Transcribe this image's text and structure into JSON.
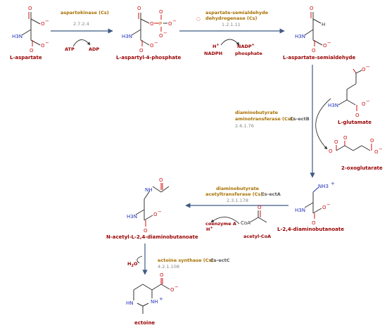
{
  "colors": {
    "compound": "#990000",
    "enzyme": "#a87000",
    "ec": "#888888",
    "arrow": "#3f5a84",
    "oxygen": "#cc1111",
    "nitrogen": "#2233bb",
    "phosphorus": "#cc6600"
  },
  "compounds": {
    "l_aspartate": "L-aspartate",
    "aspartyl_phosphate": "L-aspartyl-4-phosphate",
    "aspartate_semialdehyde": "L-aspartate-semialdehyde",
    "glutamate": "L-glutamate",
    "oxoglutarate": "2-oxoglutarate",
    "diaminobutanoate": "L-2,4-diaminobutanoate",
    "acetyl_diaminobutanoate": "N-acetyl-L-2,4-diaminobutanoate",
    "ectoine": "ectoine"
  },
  "reactions": {
    "r1": {
      "enzyme": "aspartokinase (Cs)",
      "ec": "2.7.2.4"
    },
    "r2": {
      "enzyme_line1": "aspartate-semialdehyde",
      "enzyme_line2": "dehydrogenase (Cs)",
      "ec": "1.2.1.11"
    },
    "r3": {
      "enzyme_line1": "diaminobutyrate",
      "enzyme_line2": "aminotransferase (Cs):",
      "gene": "Cs-ectB",
      "ec": "2.6.1.76"
    },
    "r4": {
      "enzyme_line1": "diaminobutyrate",
      "enzyme_line2": "acetyltransferase (Cs):",
      "gene": "Cs-ectA",
      "ec": "2.3.1.178"
    },
    "r5": {
      "enzyme": "ectoine synthase (Cs):",
      "gene": "Cs-ectC",
      "ec": "4.2.1.108"
    }
  },
  "cofactors": {
    "atp": "ATP",
    "adp": "ADP",
    "h_plus": "H",
    "h_plus_sup": "+",
    "nadph": "NADPH",
    "nadp": "NADP",
    "nadp_sup": "+",
    "phosphate": "phosphate",
    "coenzyme_a": "coenzyme A",
    "h_plus_2": "H",
    "h_plus_2_sup": "+",
    "acetyl_coa": "acetyl-CoA",
    "water": "H",
    "water_sub": "2",
    "water_o": "O"
  },
  "atoms": {
    "o": "O",
    "o_minus": "O",
    "minus": "−",
    "plus": "+",
    "p": "P",
    "h3n": "H3N",
    "nh3": "NH3",
    "h": "H",
    "hn": "HN",
    "nh": "NH",
    "coa": "CoA"
  }
}
